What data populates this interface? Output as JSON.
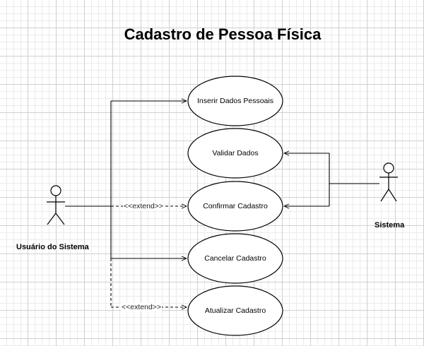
{
  "title": "Cadastro de Pessoa Física",
  "actors": {
    "user": "Usuário do Sistema",
    "system": "Sistema"
  },
  "use_cases": {
    "insert": "Inserir Dados Pessoais",
    "validate": "Validar Dados",
    "confirm": "Confirmar Cadastro",
    "cancel": "Cancelar Cadastro",
    "update": "Atualizar Cadastro"
  },
  "relations": {
    "extend_confirm": "<<extend>>",
    "extend_update": "<<extend>>"
  }
}
